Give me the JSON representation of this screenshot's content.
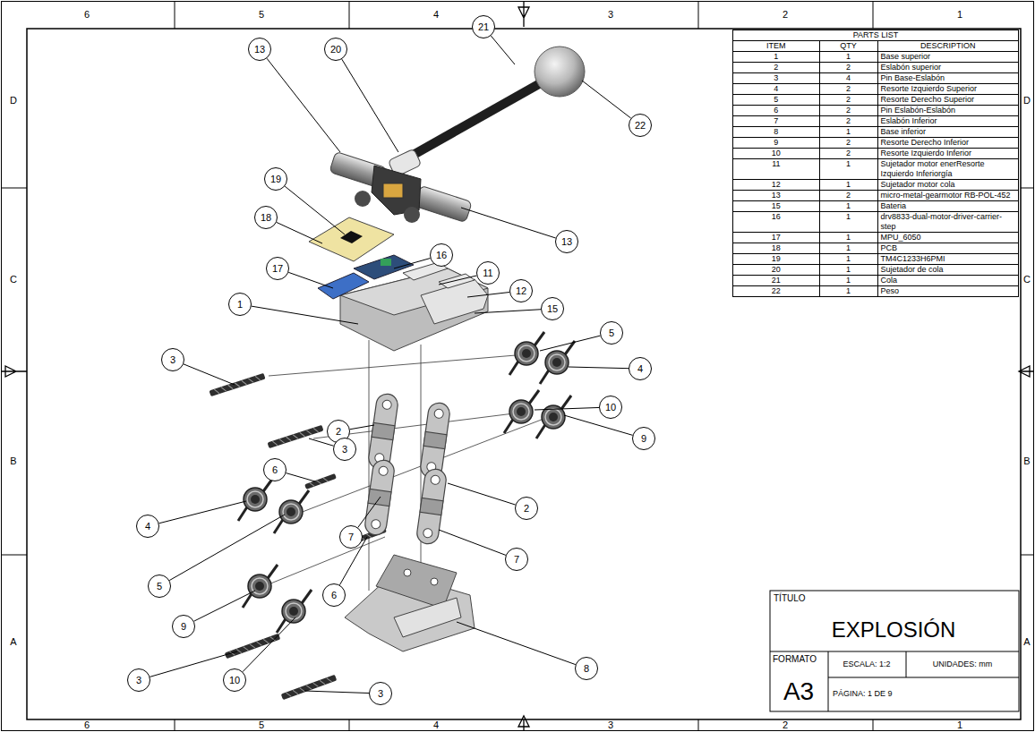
{
  "diagram": {
    "title": "EXPLOSIÓN",
    "nodes": [
      {
        "text": [
          "21"
        ]
      },
      {
        "text": [
          "13"
        ]
      },
      {
        "text": [
          "20"
        ]
      },
      {
        "text": [
          "22"
        ]
      },
      {
        "text": [
          "19"
        ]
      },
      {
        "text": [
          "18"
        ]
      },
      {
        "text": [
          "13"
        ]
      },
      {
        "text": [
          "16"
        ]
      },
      {
        "text": [
          "17"
        ]
      },
      {
        "text": [
          "11"
        ]
      },
      {
        "text": [
          "12"
        ]
      },
      {
        "text": [
          "1"
        ]
      },
      {
        "text": [
          "15"
        ]
      },
      {
        "text": [
          "5"
        ]
      },
      {
        "text": [
          "3"
        ]
      },
      {
        "text": [
          "4"
        ]
      },
      {
        "text": [
          "10"
        ]
      },
      {
        "text": [
          "2"
        ]
      },
      {
        "text": [
          "9"
        ]
      },
      {
        "text": [
          "3"
        ]
      },
      {
        "text": [
          "6"
        ]
      },
      {
        "text": [
          "2"
        ]
      },
      {
        "text": [
          "4"
        ]
      },
      {
        "text": [
          "7"
        ]
      },
      {
        "text": [
          "7"
        ]
      },
      {
        "text": [
          "5"
        ]
      },
      {
        "text": [
          "6"
        ]
      },
      {
        "text": [
          "9"
        ]
      },
      {
        "text": [
          "8"
        ]
      },
      {
        "text": [
          "3"
        ]
      },
      {
        "text": [
          "10"
        ]
      },
      {
        "text": [
          "3"
        ]
      }
    ],
    "labels": [
      "6",
      "5",
      "4",
      "3",
      "2",
      "1",
      "6",
      "5",
      "4",
      "3",
      "2",
      "1",
      "D",
      "C",
      "B",
      "A",
      "D",
      "C",
      "B",
      "A",
      "PARTS LIST",
      "ITEM",
      "QTY",
      "DESCRIPTION",
      "1",
      "1",
      "Base superior",
      "2",
      "2",
      "Eslabón superior",
      "3",
      "4",
      "Pin Base-Eslabón",
      "4",
      "2",
      "Resorte Izquierdo Superior",
      "5",
      "2",
      "Resorte Derecho Superior",
      "6",
      "2",
      "Pin Eslabón-Eslabón",
      "7",
      "2",
      "Eslabón Inferior",
      "8",
      "1",
      "Base inferior",
      "9",
      "2",
      "Resorte Derecho Inferior",
      "10",
      "2",
      "Resorte Izquierdo Inferior",
      "11",
      "1",
      "Sujetador motor enerResorte Izquierdo Inferiorgía",
      "12",
      "1",
      "Sujetador motor cola",
      "13",
      "2",
      "micro-metal-gearmotor RB-POL-452",
      "15",
      "1",
      "Bateria",
      "16",
      "1",
      "drv8833-dual-motor-driver-carrier-step",
      "17",
      "1",
      "MPU_6050",
      "18",
      "1",
      "PCB",
      "19",
      "1",
      "TM4C1233H6PMI",
      "20",
      "1",
      "Sujetador de cola",
      "21",
      "1",
      "Cola",
      "22",
      "1",
      "Peso",
      "TÍTULO",
      "FORMATO",
      "A3",
      "ESCALA: 1:2",
      "UNIDADES: mm",
      "PÁGINA: 1 DE 9"
    ]
  }
}
